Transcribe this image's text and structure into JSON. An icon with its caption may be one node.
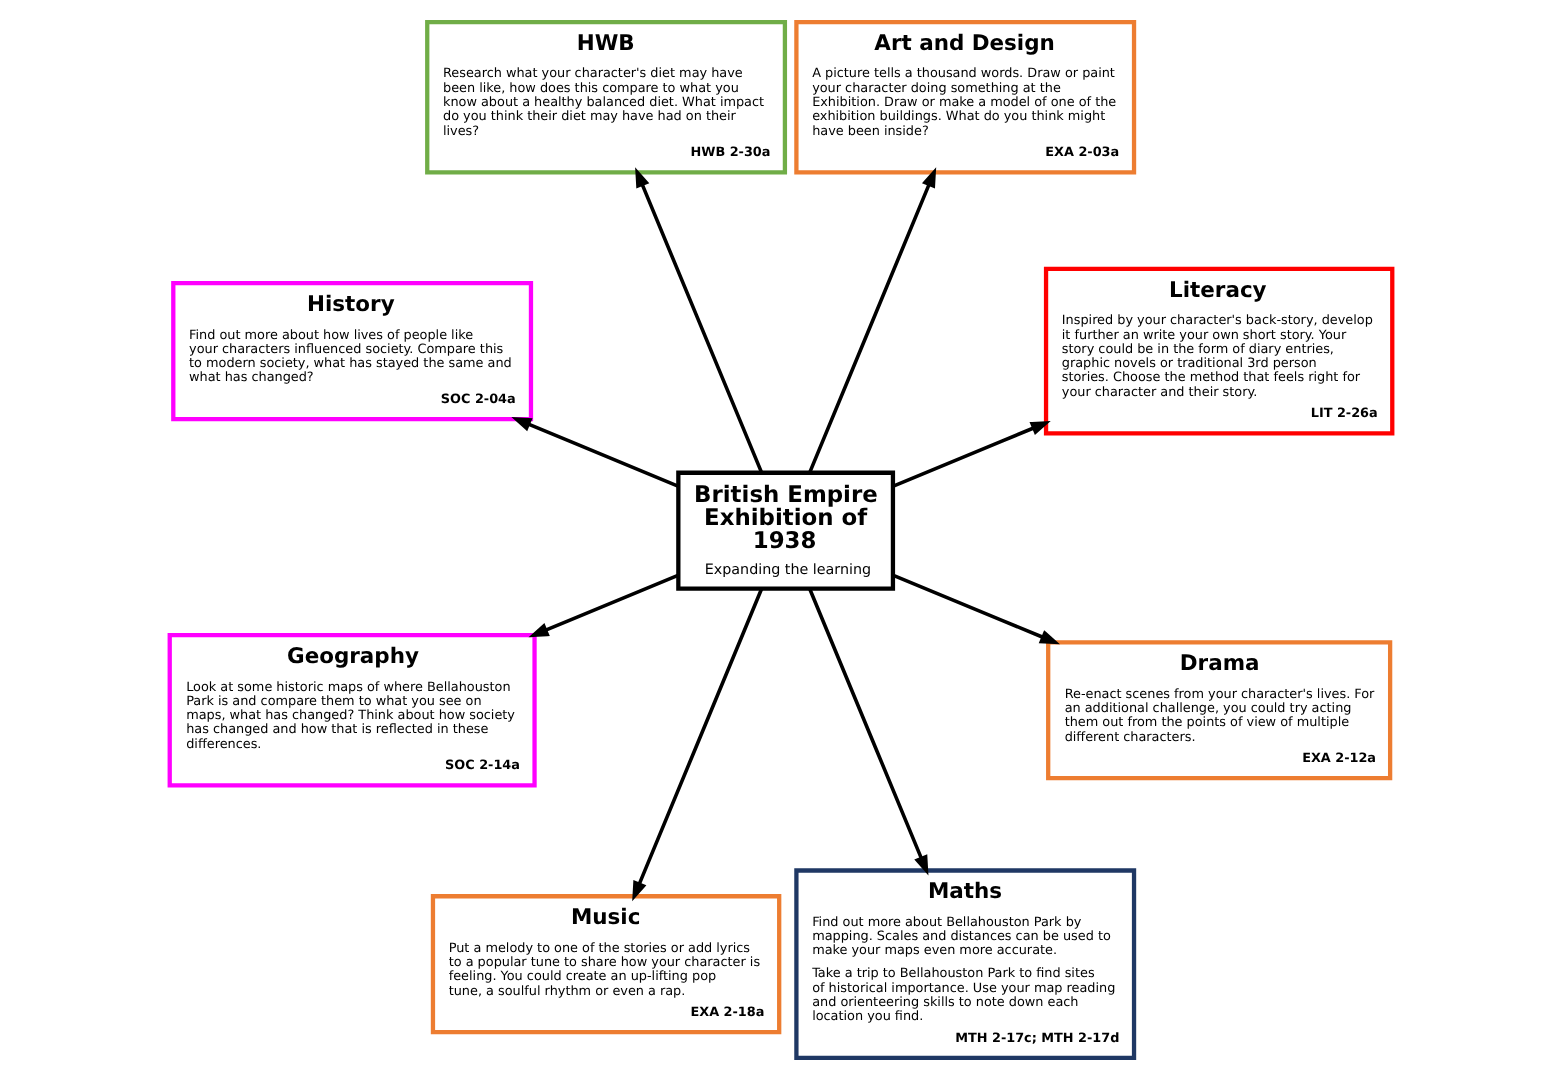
{
  "diagram": {
    "nodes": [
      {
        "text": [
          "Literacy",
          "Inspired by your character's back-story, develop it further an write your own short story. Your story could be in the form of diary entries, graphic novels or traditional 3rd person stories. Choose the method that feels right for your character and their story.",
          "LIT 2-26a"
        ]
      },
      {
        "text": [
          "Art and Design",
          "A picture tells a thousand words. Draw or paint your character doing something at the Exhibition. Draw or make a model of one of the exhibition buildings. What do you think might have been inside?",
          "EXA 2-03a"
        ]
      },
      {
        "text": [
          "HWB",
          "Research what your character's diet may have been like, how does this compare to what you know about a healthy balanced diet. What impact do you think their diet may have had on their lives?",
          "HWB 2-30a"
        ]
      },
      {
        "text": [
          "History",
          "Find out more about how lives of people like your characters influenced society. Compare this to modern society, what has stayed the same and what has changed?",
          "SOC 2-04a"
        ]
      },
      {
        "text": [
          "British Empire Exhibition of 1938",
          "Expanding the learning"
        ]
      },
      {
        "text": [
          "Geography",
          "Look at some historic maps of where Bellahouston Park is and compare them to what you see on maps, what has changed? Think about how society has changed and how that is reflected in these differences.",
          "SOC 2-14a"
        ]
      },
      {
        "text": [
          "Music",
          "Put a melody to one of the stories or add lyrics to a popular tune to share how your character is feeling. You could create an up-lifting pop tune, a soulful rhythm or even a rap.",
          "EXA 2-18a"
        ]
      },
      {
        "text": [
          "Maths",
          "Find out more about Bellahouston Park by mapping. Scales and distances can be used to make your maps even more accurate.",
          "Take a trip to Bellahouston Park to find sites of historical importance. Use your map reading and orienteering skills to note down each location you find.",
          "MTH 2-17c; MTH 2-17d"
        ]
      },
      {
        "text": [
          "Drama",
          "Re-enact scenes from your character's lives. For an additional challenge, you could try acting them out from the points of view of multiple different characters.",
          "EXA 2-12a"
        ]
      }
    ],
    "edges": [
      {
        "from": 4,
        "to": 0,
        "arrow": "to"
      },
      {
        "from": 4,
        "to": 1,
        "arrow": "to"
      },
      {
        "from": 4,
        "to": 2,
        "arrow": "to"
      },
      {
        "from": 4,
        "to": 3,
        "arrow": "to"
      },
      {
        "from": 4,
        "to": 5,
        "arrow": "to"
      },
      {
        "from": 4,
        "to": 6,
        "arrow": "to"
      },
      {
        "from": 4,
        "to": 7,
        "arrow": "to"
      },
      {
        "from": 4,
        "to": 8,
        "arrow": "to"
      }
    ]
  }
}
